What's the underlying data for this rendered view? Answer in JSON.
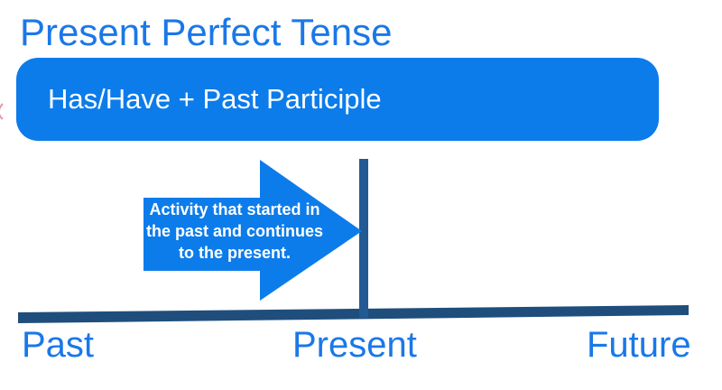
{
  "title": "Present Perfect Tense",
  "formula_box": {
    "label": "Has/Have + Past Participle"
  },
  "arrow": {
    "label": "Activity that started in\nthe past and continues\nto the present."
  },
  "timeline_labels": {
    "past": "Past",
    "present": "Present",
    "future": "Future"
  },
  "colors": {
    "bright_blue": "#0c7ceb",
    "text_blue": "#1a78e8",
    "navy_dark": "#1f4e7c",
    "navy_mid": "#235a94",
    "label_white": "#ffffff",
    "artifact_red": "#e0808d"
  }
}
